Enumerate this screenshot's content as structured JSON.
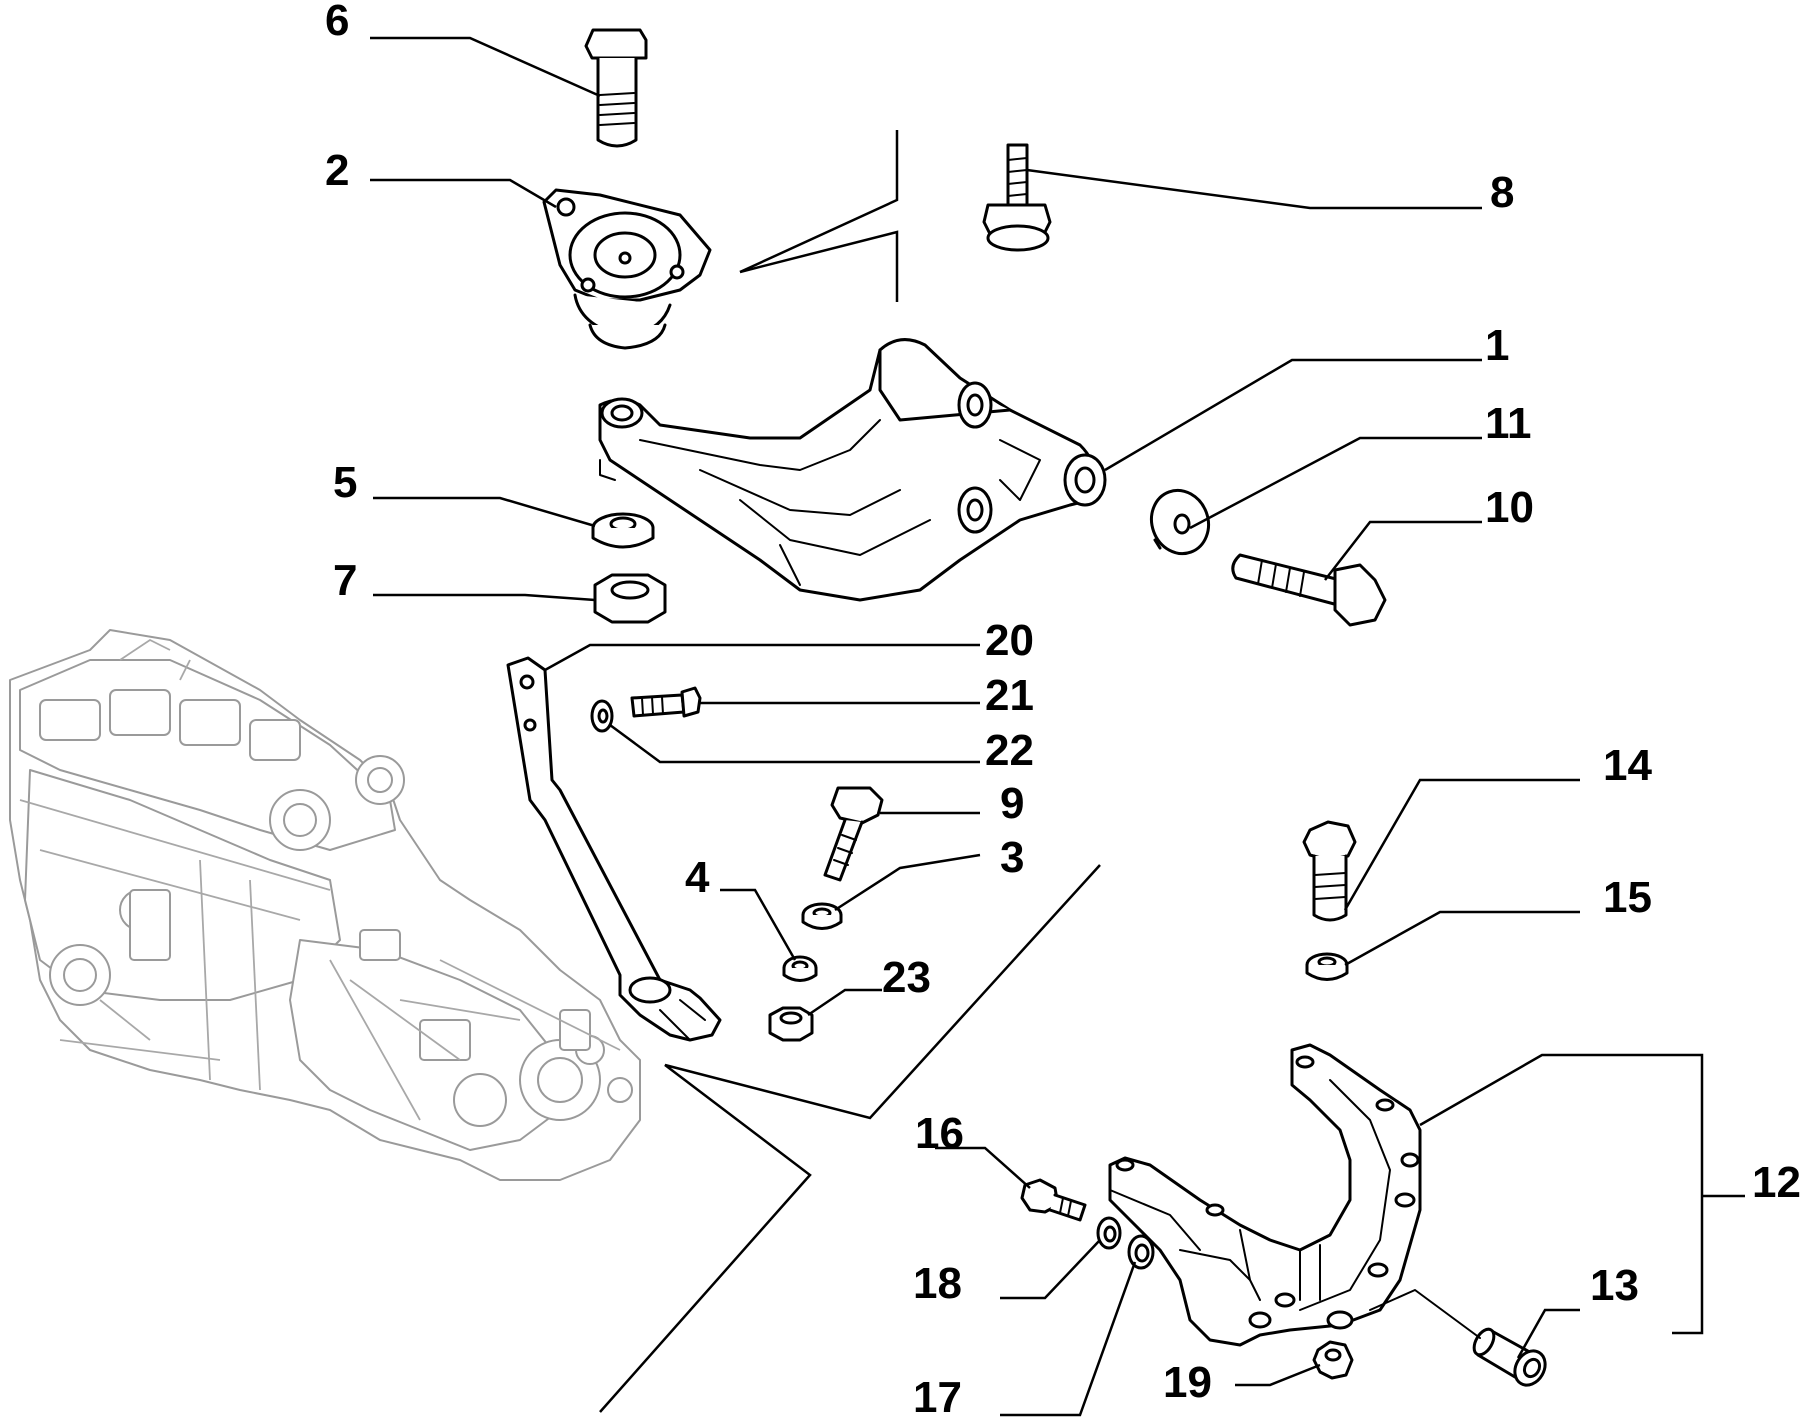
{
  "diagram": {
    "callouts": [
      {
        "id": "6",
        "label": "6"
      },
      {
        "id": "2",
        "label": "2"
      },
      {
        "id": "8",
        "label": "8"
      },
      {
        "id": "1",
        "label": "1"
      },
      {
        "id": "11",
        "label": "11"
      },
      {
        "id": "10",
        "label": "10"
      },
      {
        "id": "5",
        "label": "5"
      },
      {
        "id": "7",
        "label": "7"
      },
      {
        "id": "20",
        "label": "20"
      },
      {
        "id": "21",
        "label": "21"
      },
      {
        "id": "22",
        "label": "22"
      },
      {
        "id": "9",
        "label": "9"
      },
      {
        "id": "3",
        "label": "3"
      },
      {
        "id": "4",
        "label": "4"
      },
      {
        "id": "23",
        "label": "23"
      },
      {
        "id": "14",
        "label": "14"
      },
      {
        "id": "15",
        "label": "15"
      },
      {
        "id": "16",
        "label": "16"
      },
      {
        "id": "12",
        "label": "12"
      },
      {
        "id": "18",
        "label": "18"
      },
      {
        "id": "13",
        "label": "13"
      },
      {
        "id": "17",
        "label": "17"
      },
      {
        "id": "19",
        "label": "19"
      }
    ]
  }
}
